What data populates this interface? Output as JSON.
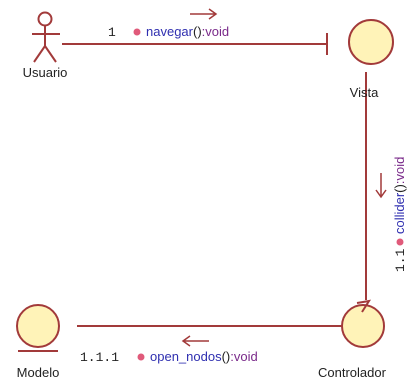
{
  "participants": {
    "actor": {
      "label": "Usuario",
      "kind": "actor"
    },
    "boundary": {
      "label": "Vista",
      "kind": "boundary"
    },
    "control": {
      "label": "Controlador",
      "kind": "control"
    },
    "entity": {
      "label": "Modelo",
      "kind": "entity"
    }
  },
  "messages": [
    {
      "seq": "1",
      "name": "navegar",
      "parens": "()",
      "ret": ":void",
      "from": "Usuario",
      "to": "Vista"
    },
    {
      "seq": "1.1",
      "name": "collider",
      "parens": "()",
      "ret": ":void",
      "from": "Vista",
      "to": "Controlador"
    },
    {
      "seq": "1.1.1",
      "name": "open_nodos",
      "parens": "()",
      "ret": ":void",
      "from": "Controlador",
      "to": "Modelo"
    }
  ],
  "colors": {
    "line": "#a23a3a",
    "element_fill": "#fff3b8",
    "element_stroke": "#a23a3a",
    "method_name": "#2f2fb0",
    "return_type": "#7a2a8a",
    "bullet": "#e05a7a",
    "label": "#222222"
  }
}
